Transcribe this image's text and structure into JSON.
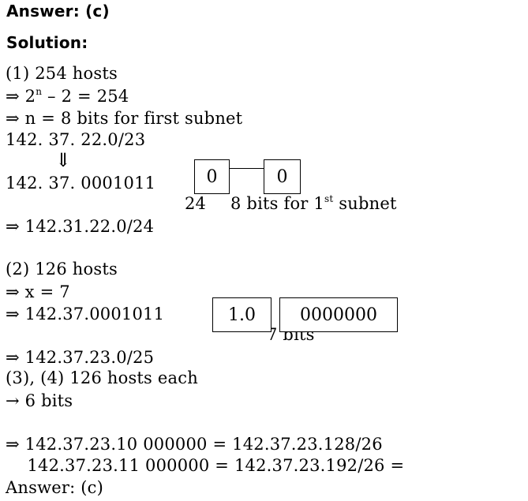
{
  "header": {
    "answer_heading": "Answer: (c)",
    "solution_heading": "Solution:"
  },
  "part1": {
    "title": "(1) 254 hosts",
    "eq1_arrow": "⇒",
    "eq1_base": " 2",
    "eq1_exp": "n",
    "eq1_rest": " – 2 = 254",
    "eq2": "⇒ n = 8 bits for first subnet",
    "addr": "142. 37. 22.0/23",
    "down_arrow": "⇓",
    "binary": "142. 37. 0001011",
    "box_a": "0",
    "box_b": "0",
    "label_24": "24",
    "subnet_label_pre": "8 bits for 1",
    "subnet_label_sup": "st",
    "subnet_label_post": " subnet",
    "result": "⇒ 142.31.22.0/24"
  },
  "part2": {
    "title": "(2) 126 hosts",
    "eq": "⇒ x = 7",
    "binary": "⇒ 142.37.0001011",
    "box_a": "1.0",
    "box_b": "0000000",
    "bits_label": "7 bits",
    "result": "⇒ 142.37.23.0/25"
  },
  "part34": {
    "title": "(3), (4) 126 hosts each",
    "bits": "→ 6 bits",
    "line1": "⇒ 142.37.23.10 000000 = 142.37.23.128/26",
    "line2": "    142.37.23.11 000000 = 142.37.23.192/26 =",
    "answer": "Answer: (c)"
  }
}
